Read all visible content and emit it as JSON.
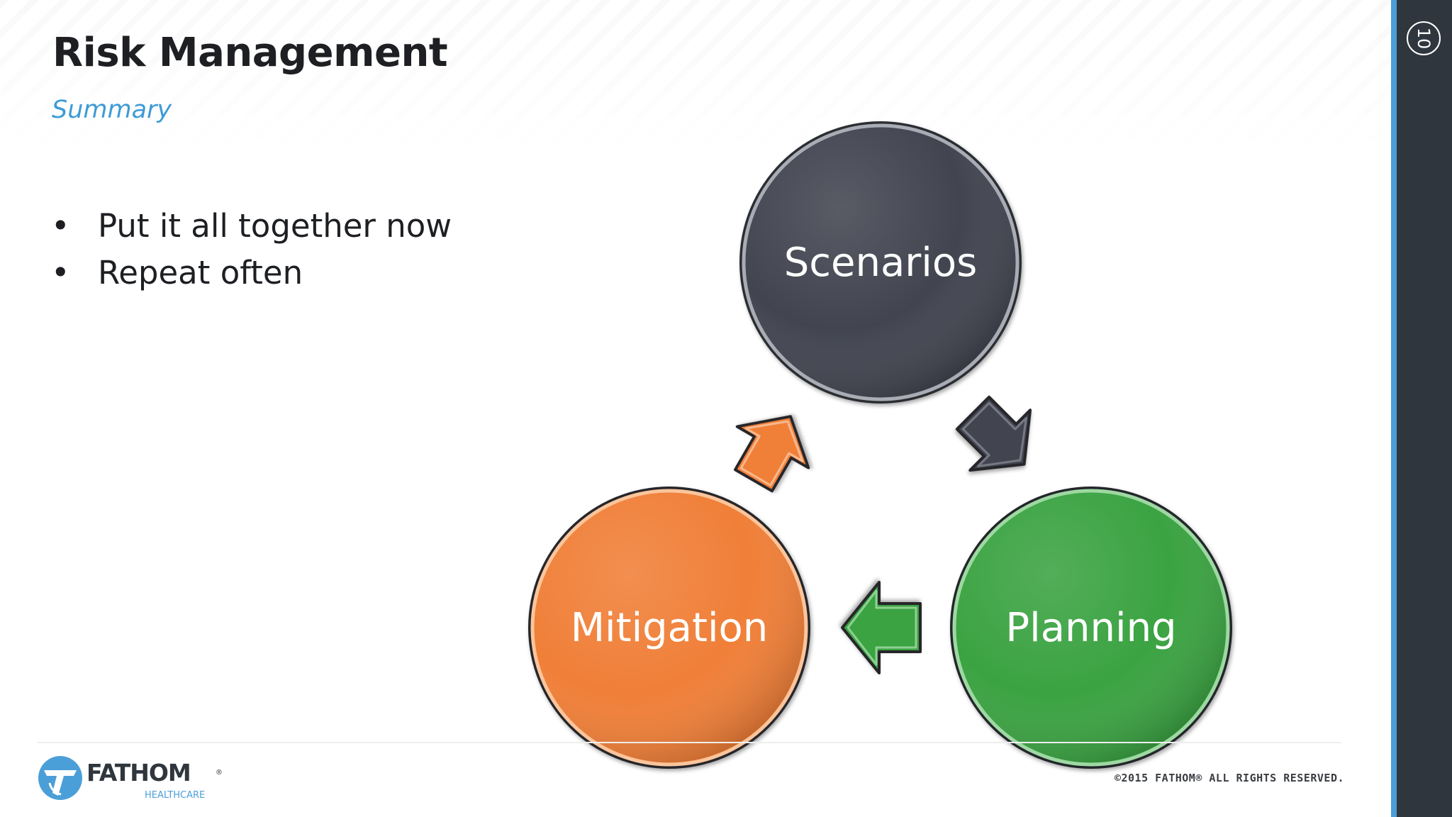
{
  "slide": {
    "title": "Risk Management",
    "subtitle": "Summary",
    "bullets": [
      {
        "marker": "•",
        "text": "Put it all together now"
      },
      {
        "marker": "•",
        "text": "Repeat often"
      }
    ],
    "page_number": "10"
  },
  "diagram": {
    "nodes": [
      {
        "label": "Scenarios",
        "color": "#424550"
      },
      {
        "label": "Planning",
        "color": "#3ba342"
      },
      {
        "label": "Mitigation",
        "color": "#f07f38"
      }
    ],
    "arrows": [
      {
        "from": "Scenarios",
        "to": "Planning",
        "color": "#424550"
      },
      {
        "from": "Planning",
        "to": "Mitigation",
        "color": "#3ba342"
      },
      {
        "from": "Mitigation",
        "to": "Scenarios",
        "color": "#f07f38"
      }
    ]
  },
  "footer": {
    "logo_word": "FATHOM",
    "logo_trademark": "®",
    "logo_sub": "HEALTHCARE",
    "copyright": "©2015 FATHOM® ALL RIGHTS RESERVED."
  },
  "colors": {
    "accent": "#4b9fd8",
    "sidebar": "#30363e",
    "title": "#1d1f23"
  },
  "icons": {
    "logo": "fathom-logo-mark-icon"
  }
}
